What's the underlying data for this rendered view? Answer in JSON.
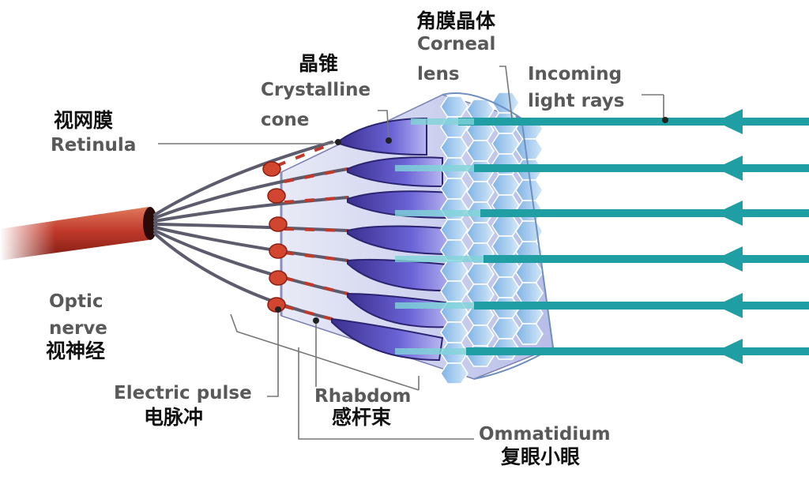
{
  "labels": {
    "cornea_zh": "角膜晶体",
    "cornea_en1": "Corneal",
    "cornea_en2": "lens",
    "incoming_en1": "Incoming",
    "incoming_en2": "light rays",
    "cone_zh": "晶锥",
    "cone_en1": "Crystalline",
    "cone_en2": "cone",
    "retinula_zh": "视网膜",
    "retinula_en": "Retinula",
    "optic_en1": "Optic",
    "optic_en2": "nerve",
    "optic_zh": "视神经",
    "pulse_en": "Electric pulse",
    "pulse_zh": "电脉冲",
    "rhabdom_en": "Rhabdom",
    "rhabdom_zh": "感杆束",
    "ommatidium_en": "Ommatidium",
    "ommatidium_zh": "复眼小眼"
  },
  "colors": {
    "light_ray": "#1f9ea4",
    "nerve": "#b8331f",
    "cone": "#6a63d6",
    "corneal_lens": "#a9cdec"
  }
}
